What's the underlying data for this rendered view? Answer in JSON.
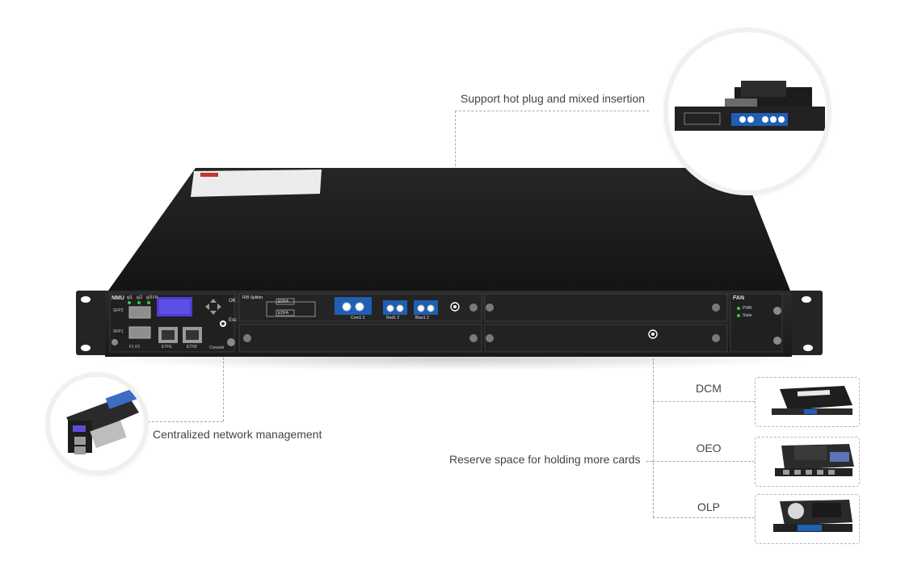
{
  "callouts": {
    "hot_plug": "Support hot plug and mixed insertion",
    "network_mgmt": "Centralized network management",
    "reserve": "Reserve space for holding more cards"
  },
  "card_types": [
    {
      "label": "DCM"
    },
    {
      "label": "OEO"
    },
    {
      "label": "OLP"
    }
  ],
  "device": {
    "nmu_label": "NMU",
    "led_labels": [
      "φ1",
      "φ2",
      "φ3"
    ],
    "led_label_suffix": "FN",
    "sfp_labels": [
      "SFP2",
      "SFP1"
    ],
    "ok_label": "OK",
    "esc_label": "Esc",
    "f_labels": "F1 F2",
    "eth_labels": [
      "ETH1",
      "ETH2"
    ],
    "console_label": "Console",
    "splitter_title": "R/B Splitter",
    "edfa_label": "EDFA",
    "port_labels": [
      "Com1 2",
      "Red1 2",
      "Blue1 2"
    ],
    "fan_title": "FAN",
    "fan_status": [
      "PWR",
      "State"
    ]
  },
  "colors": {
    "chassis": "#1e1e1e",
    "panel": "#262626",
    "connector_blue": "#1f5fb4",
    "dashed_line": "#a8a8a8"
  }
}
